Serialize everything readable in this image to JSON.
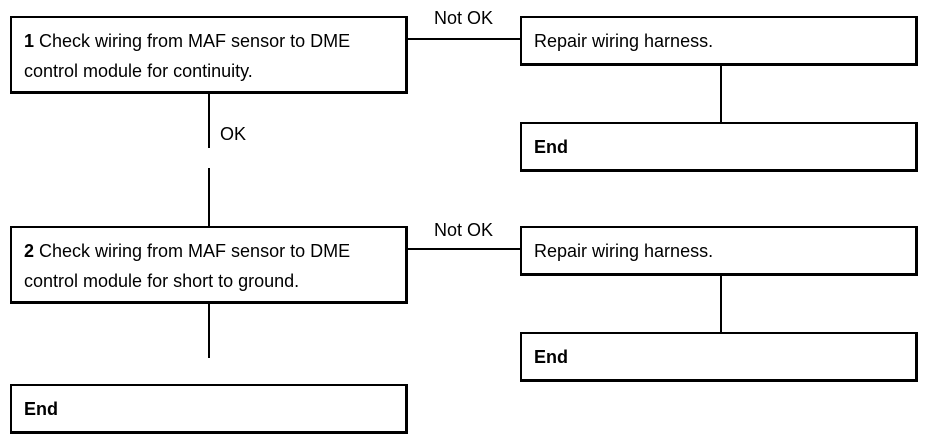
{
  "step1": {
    "number": "1",
    "text": "Check wiring from MAF sensor to DME control module for continuity."
  },
  "step1_not_ok": {
    "label": "Not OK",
    "action": "Repair wiring harness.",
    "end": "End"
  },
  "step1_ok_label": "OK",
  "step2": {
    "number": "2",
    "text": "Check wiring from MAF sensor to DME control module for short to ground."
  },
  "step2_not_ok": {
    "label": "Not OK",
    "action": "Repair wiring harness.",
    "end": "End"
  },
  "final_end": "End"
}
